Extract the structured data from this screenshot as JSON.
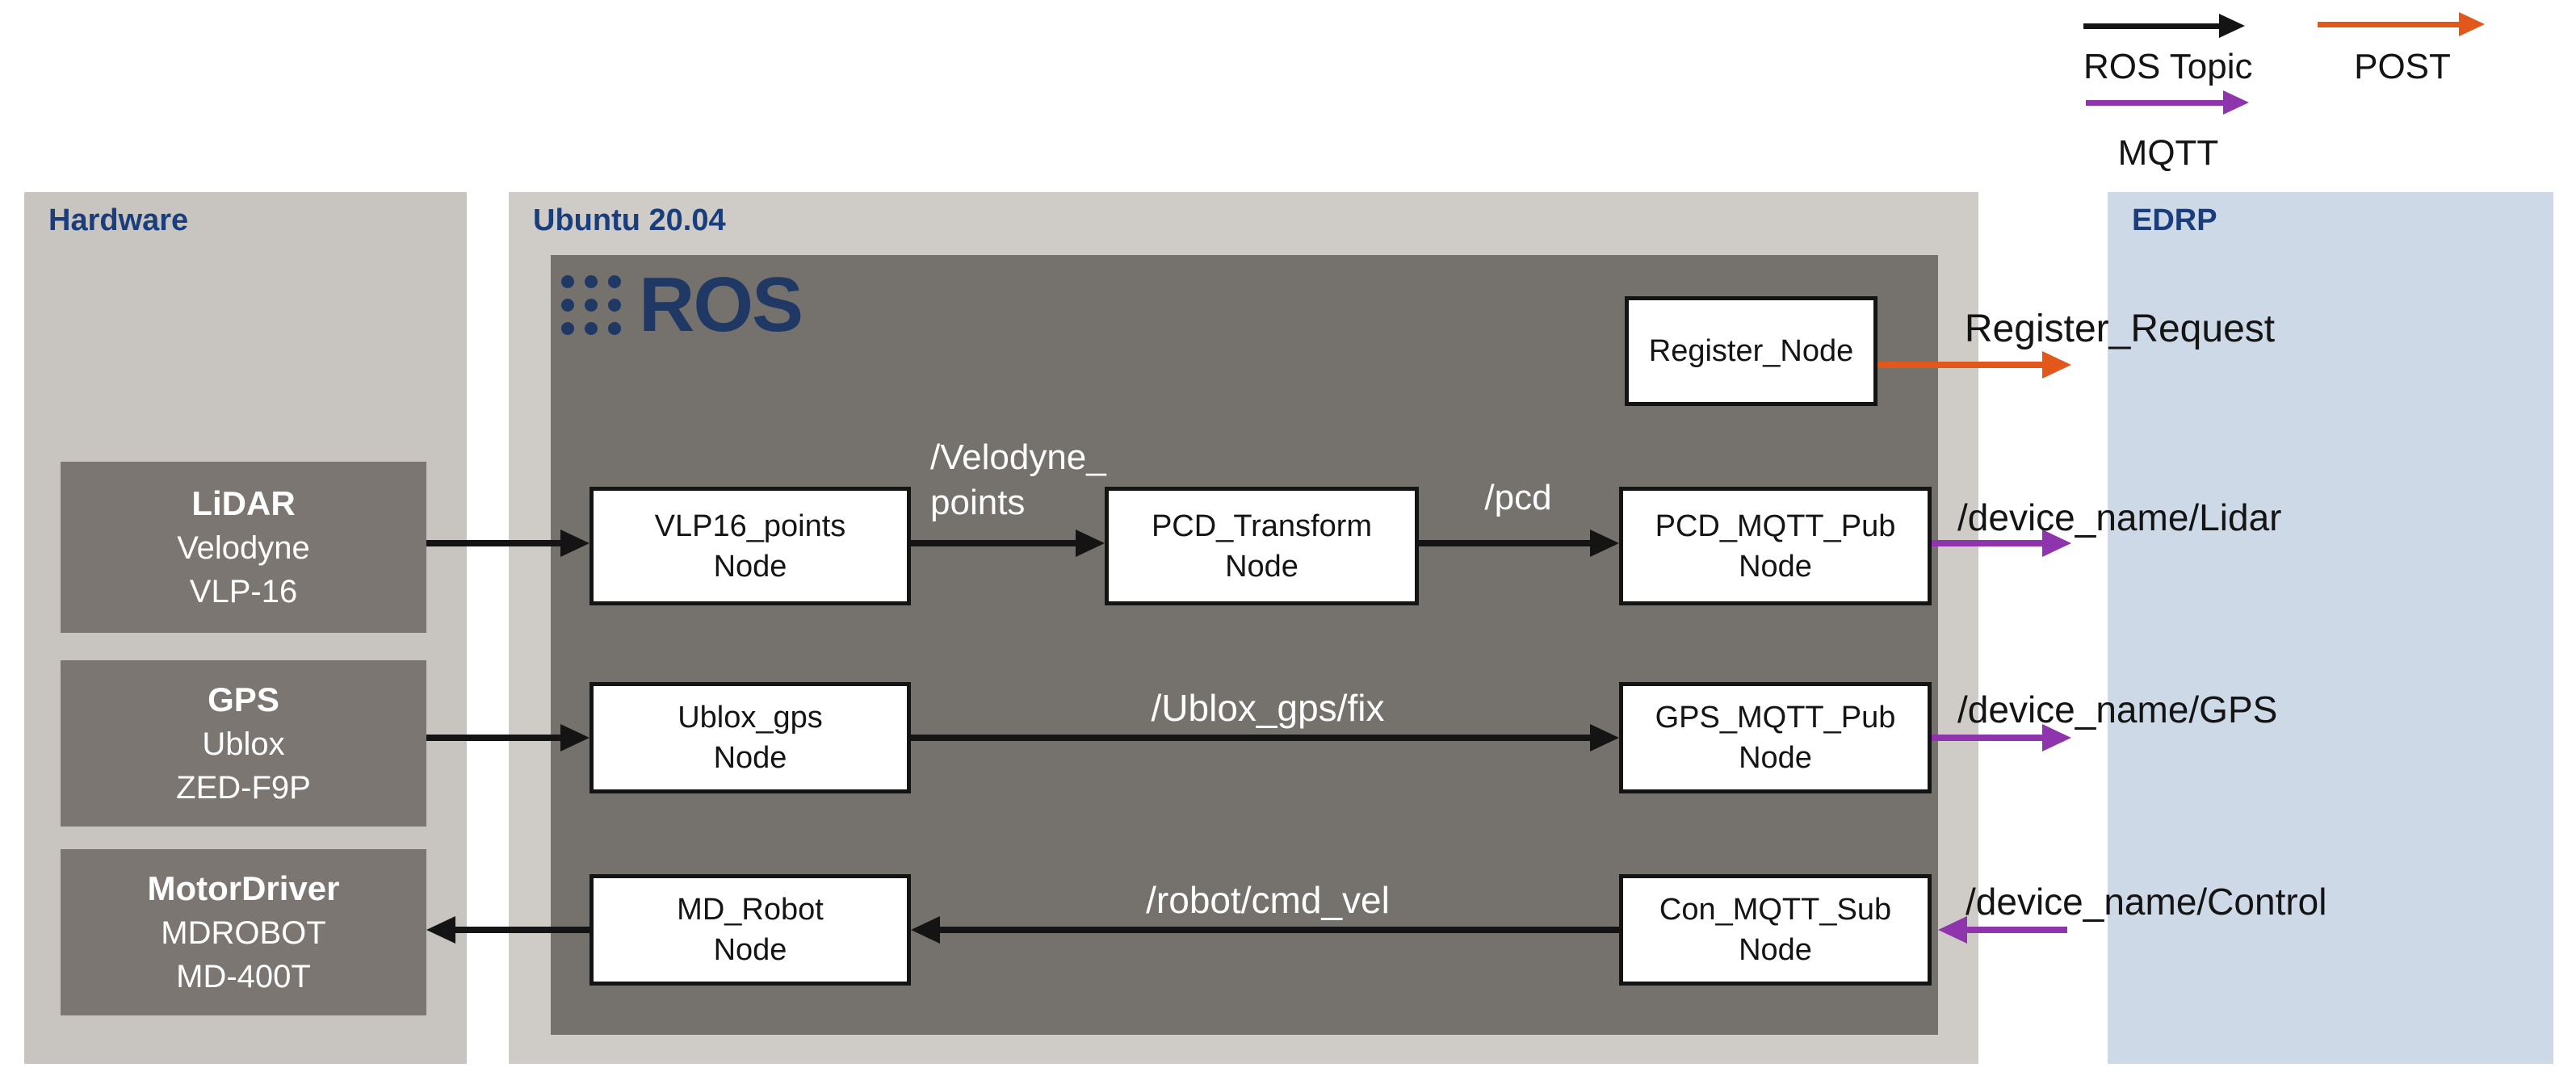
{
  "legend": {
    "ros_topic": {
      "label": "ROS Topic",
      "color": "#141414",
      "protocol": "ROS Topic arrow"
    },
    "post": {
      "label": "POST",
      "color": "#e2571a",
      "protocol": "HTTP POST arrow"
    },
    "mqtt": {
      "label": "MQTT",
      "color": "#8e34ad",
      "protocol": "MQTT arrow"
    }
  },
  "panels": {
    "hardware": {
      "label": "Hardware"
    },
    "ubuntu": {
      "label": "Ubuntu 20.04"
    },
    "edrp": {
      "label": "EDRP"
    }
  },
  "ros_logo": {
    "text": "ROS"
  },
  "hardware_devices": {
    "lidar": {
      "title": "LiDAR",
      "line2": "Velodyne",
      "line3": "VLP-16"
    },
    "gps": {
      "title": "GPS",
      "line2": "Ublox",
      "line3": "ZED-F9P"
    },
    "motor": {
      "title": "MotorDriver",
      "line2": "MDROBOT",
      "line3": "MD-400T"
    }
  },
  "nodes": {
    "register": {
      "label": "Register_Node"
    },
    "vlp16": {
      "line1": "VLP16_points",
      "line2": "Node"
    },
    "pcd_transform": {
      "line1": "PCD_Transform",
      "line2": "Node"
    },
    "pcd_mqtt_pub": {
      "line1": "PCD_MQTT_Pub",
      "line2": "Node"
    },
    "ublox_gps": {
      "line1": "Ublox_gps",
      "line2": "Node"
    },
    "gps_mqtt_pub": {
      "line1": "GPS_MQTT_Pub",
      "line2": "Node"
    },
    "md_robot": {
      "line1": "MD_Robot",
      "line2": "Node"
    },
    "con_mqtt_sub": {
      "line1": "Con_MQTT_Sub",
      "line2": "Node"
    }
  },
  "topics": {
    "velodyne_line1": "/Velodyne_",
    "velodyne_line2": "points",
    "pcd": "/pcd",
    "ublox_fix": "/Ublox_gps/fix",
    "robot_cmd_vel": "/robot/cmd_vel",
    "device_lidar": "/device_name/Lidar",
    "device_gps": "/device_name/GPS",
    "device_control": "/device_name/Control",
    "register_request": "Register_Request"
  },
  "connections": [
    {
      "from": "LiDAR Velodyne VLP-16",
      "to": "VLP16_points Node",
      "type": "ROS Topic",
      "label": ""
    },
    {
      "from": "VLP16_points Node",
      "to": "PCD_Transform Node",
      "type": "ROS Topic",
      "label": "/Velodyne_points"
    },
    {
      "from": "PCD_Transform Node",
      "to": "PCD_MQTT_Pub Node",
      "type": "ROS Topic",
      "label": "/pcd"
    },
    {
      "from": "PCD_MQTT_Pub Node",
      "to": "EDRP",
      "type": "MQTT",
      "label": "/device_name/Lidar"
    },
    {
      "from": "GPS Ublox ZED-F9P",
      "to": "Ublox_gps Node",
      "type": "ROS Topic",
      "label": ""
    },
    {
      "from": "Ublox_gps Node",
      "to": "GPS_MQTT_Pub Node",
      "type": "ROS Topic",
      "label": "/Ublox_gps/fix"
    },
    {
      "from": "GPS_MQTT_Pub Node",
      "to": "EDRP",
      "type": "MQTT",
      "label": "/device_name/GPS"
    },
    {
      "from": "EDRP",
      "to": "Con_MQTT_Sub Node",
      "type": "MQTT",
      "label": "/device_name/Control"
    },
    {
      "from": "Con_MQTT_Sub Node",
      "to": "MD_Robot Node",
      "type": "ROS Topic",
      "label": "/robot/cmd_vel"
    },
    {
      "from": "MD_Robot Node",
      "to": "MotorDriver MDROBOT MD-400T",
      "type": "ROS Topic",
      "label": ""
    },
    {
      "from": "Register_Node",
      "to": "EDRP",
      "type": "POST",
      "label": "Register_Request"
    }
  ],
  "colors": {
    "hardware_panel": "#c8c5c1",
    "ubuntu_panel": "#cfccc8",
    "edrp_panel": "#cdd9e6",
    "ros_box": "#75716c",
    "device_box": "#7b7672",
    "header_text": "#1a3e7c",
    "ros_logo": "#1f3864",
    "arrow_black": "#141414",
    "arrow_orange": "#e2571a",
    "arrow_purple": "#8e34ad"
  }
}
